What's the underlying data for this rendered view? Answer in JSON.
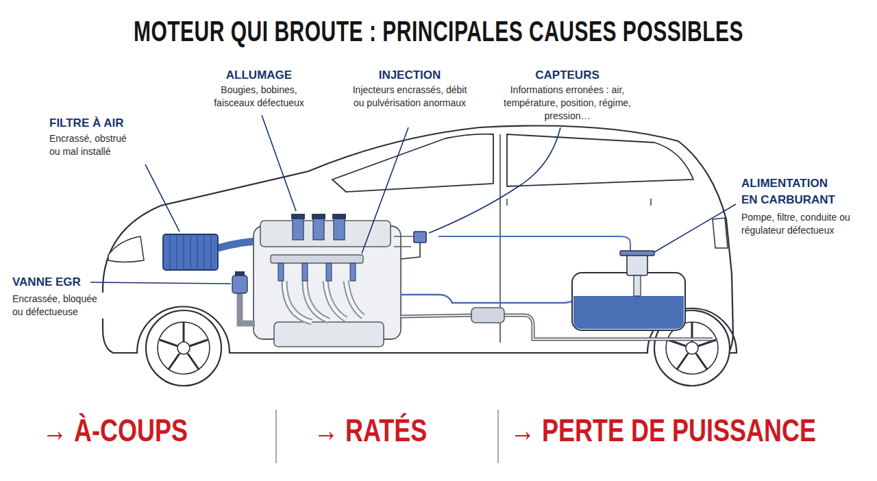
{
  "diagram": {
    "title": "MOTEUR QUI BROUTE : PRINCIPALES CAUSES POSSIBLES",
    "labels": [
      "FILTRE À AIR",
      "Encrassé, obstrué ou mal installé",
      "ALLUMAGE",
      "Bougies, bobines, faisceaux défectueux",
      "INJECTION",
      "Injecteurs encrassés, débit ou pulvérisation anormaux",
      "CAPTEURS",
      "Informations erronées : air, température, position, régime, pression…",
      "ALIMENTATION EN CARBURANT",
      "Pompe, filtre, conduite ou régulateur défectueux",
      "VANNE EGR",
      "Encrassée, bloquée ou défectueuse",
      "→ À-COUPS",
      "→ RATÉS",
      "→ PERTE DE PUISSANCE"
    ]
  }
}
